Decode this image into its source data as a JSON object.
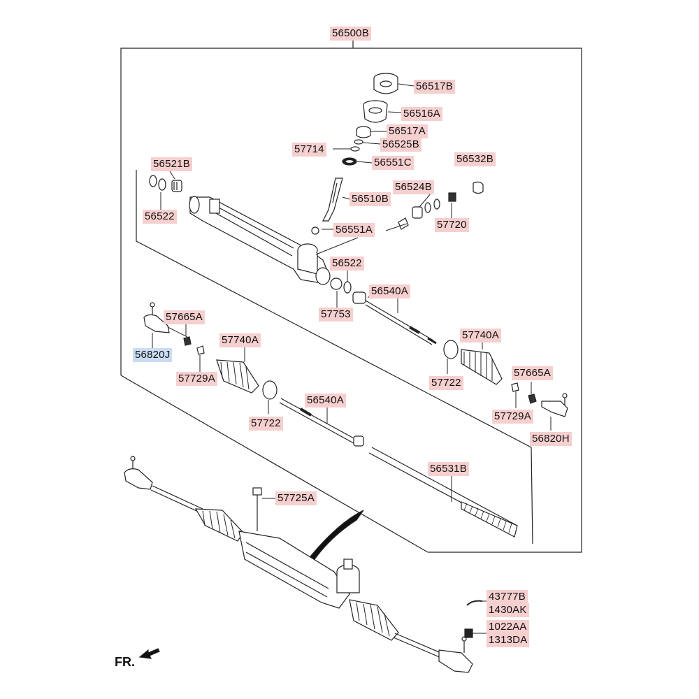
{
  "assembly_label": "56500B",
  "parts": {
    "p56517B_top": "56517B",
    "p56516A": "56516A",
    "p56517A": "56517A",
    "p57714": "57714",
    "p56525B": "56525B",
    "p56551C": "56551C",
    "p56521B": "56521B",
    "p56532B": "56532B",
    "p56524B": "56524B",
    "p56510B": "56510B",
    "p57720": "57720",
    "p56522_left": "56522",
    "p56551A": "56551A",
    "p56522_mid": "56522",
    "p57753": "57753",
    "p56540A_upper": "56540A",
    "p57665A_left": "57665A",
    "p56820J": "56820J",
    "p57740A_left": "57740A",
    "p57729A_left": "57729A",
    "p57722_left": "57722",
    "p56540A_lower": "56540A",
    "p57740A_right": "57740A",
    "p57722_right": "57722",
    "p57665A_right": "57665A",
    "p57729A_right": "57729A",
    "p56820H": "56820H",
    "p56531B": "56531B",
    "p57725A": "57725A",
    "p43777B": "43777B",
    "p1430AK": "1430AK",
    "p1022AA": "1022AA",
    "p1313DA": "1313DA"
  },
  "direction_label": "FR.",
  "colors": {
    "label_bg": "#f6cfcf",
    "highlight_bg": "#c9dcf2",
    "line": "#222222"
  }
}
